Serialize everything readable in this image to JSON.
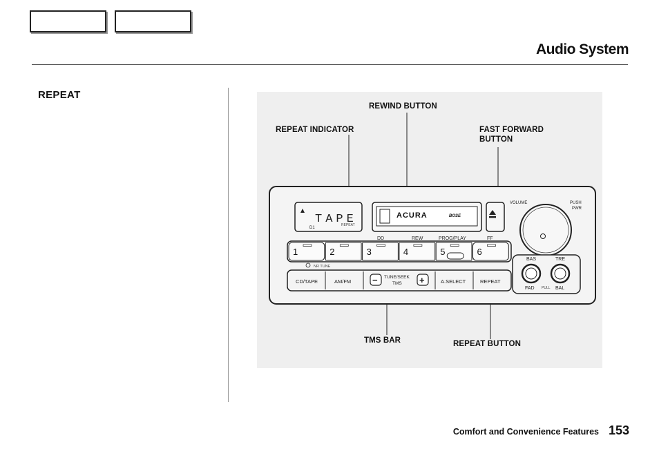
{
  "header": {
    "title": "Audio System"
  },
  "section": {
    "heading": "REPEAT"
  },
  "figure": {
    "labels": {
      "rewind_button": "REWIND BUTTON",
      "repeat_indicator": "REPEAT INDICATOR",
      "fast_forward_line1": "FAST FORWARD",
      "fast_forward_line2": "BUTTON",
      "tms_bar": "TMS BAR",
      "repeat_button": "REPEAT BUTTON"
    },
    "radio": {
      "display_text": "TAPE",
      "display_sub_left": "D1",
      "display_sub_right": "REPEAT",
      "cassette_brand": "ACURA",
      "cassette_sub_brand": "BOSE",
      "volume_label": "VOLUME",
      "push_pwr_line1": "PUSH",
      "push_pwr_line2": "PWR",
      "mode_label_dolby": "DD",
      "mode_label_rew": "REW",
      "mode_label_prog_play": "PROG/PLAY",
      "mode_label_ff": "FF",
      "preset_buttons": [
        "1",
        "2",
        "3",
        "4",
        "5",
        "6"
      ],
      "bottom_small_label": "NR  TUNE",
      "cd_tape": "CD/TAPE",
      "am_fm": "AM/FM",
      "tune_seek_line1": "TUNE/SEEK",
      "tune_seek_line2": "TMS",
      "minus": "−",
      "plus": "+",
      "a_select": "A.SELECT",
      "repeat": "REPEAT",
      "bas": "BAS",
      "tre": "TRE",
      "fad": "FAD",
      "bal": "BAL",
      "pull_label": "PULL"
    }
  },
  "footer": {
    "section": "Comfort and Convenience Features",
    "page_number": "153"
  }
}
